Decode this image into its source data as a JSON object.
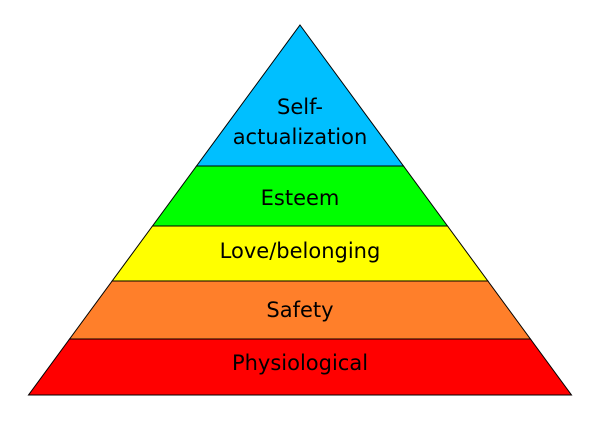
{
  "title": "Maslow's hierarchy of needs pyramid",
  "levels": [
    {
      "label_lines": [
        "Self-",
        "actualization"
      ],
      "color": "#00bfff"
    },
    {
      "label_lines": [
        "Esteem"
      ],
      "color": "#00ff00"
    },
    {
      "label_lines": [
        "Love/belonging"
      ],
      "color": "#ffff00"
    },
    {
      "label_lines": [
        "Safety"
      ],
      "color": "#ff7f2a"
    },
    {
      "label_lines": [
        "Physiological"
      ],
      "color": "#ff0000"
    }
  ],
  "outline_color": "#000000"
}
